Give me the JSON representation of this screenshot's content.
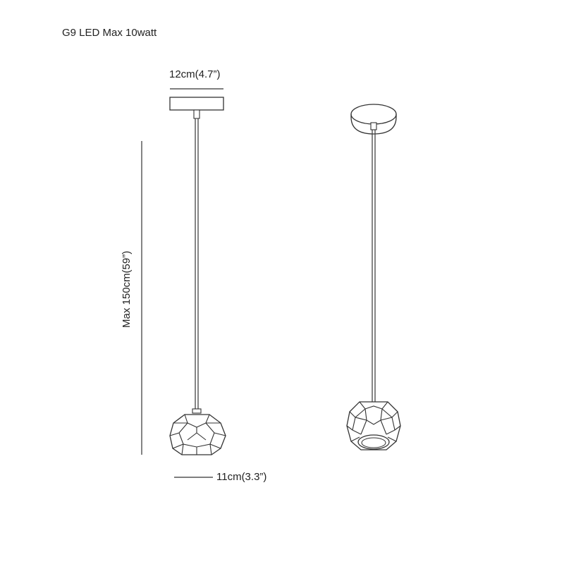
{
  "spec": {
    "bulb": "G9 LED Max 10watt"
  },
  "dimensions": {
    "canopy_width": "12cm(4.7”)",
    "drop_length": "Max 150cm(59”)",
    "shade_width": "11cm(3.3”)"
  },
  "views": [
    "side-view",
    "angled-view"
  ]
}
